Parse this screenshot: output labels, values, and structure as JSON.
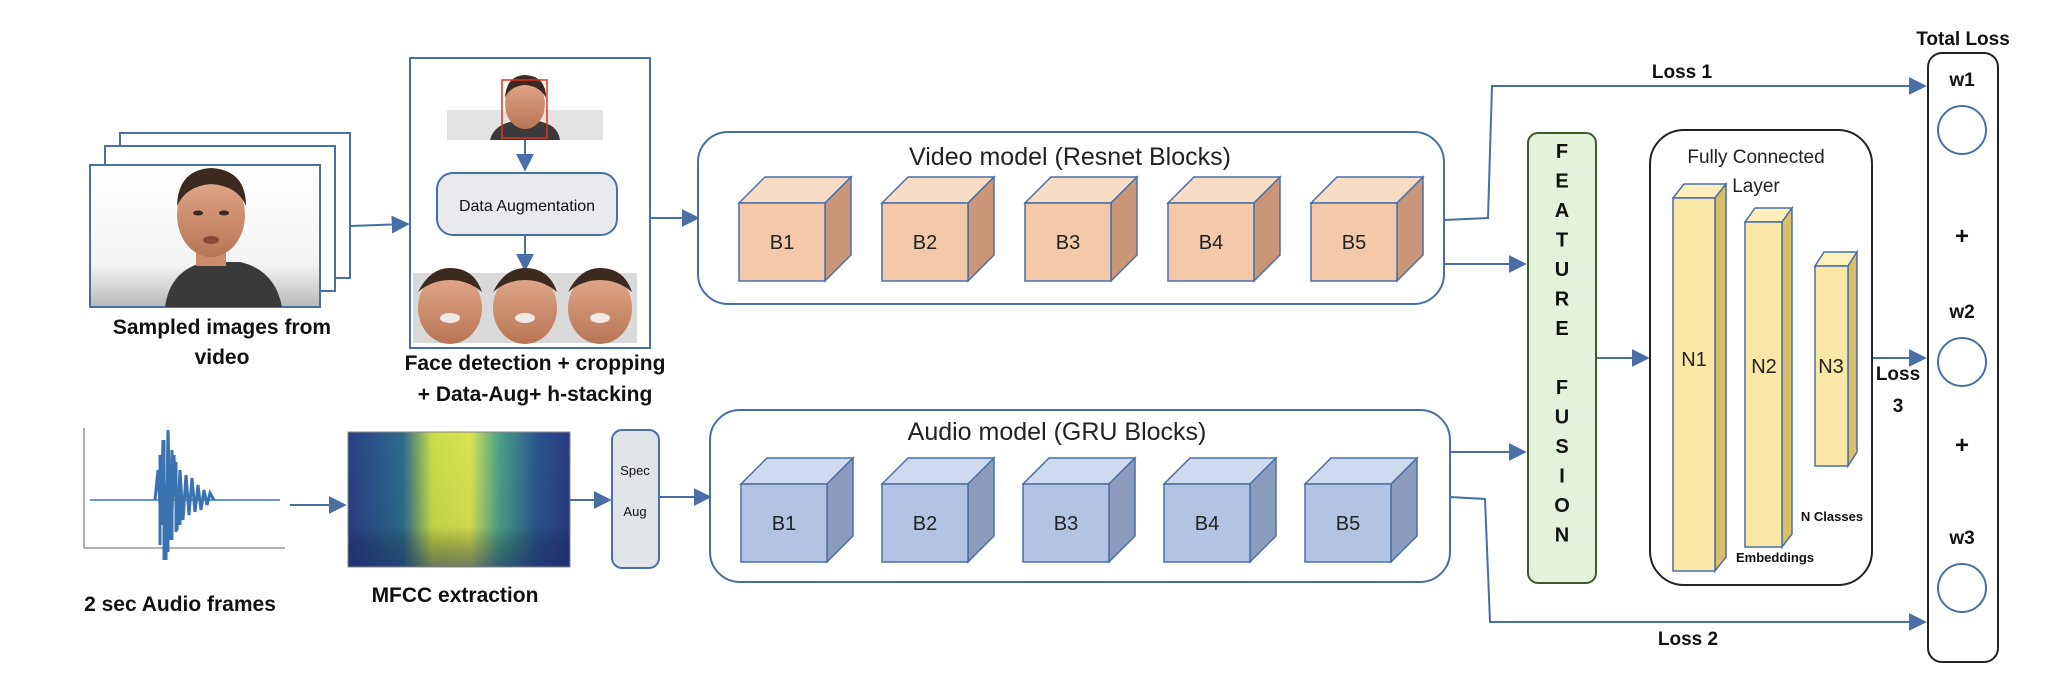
{
  "colors": {
    "line": "#4a6fa5",
    "video_cube_front": "#f3c9a9",
    "video_cube_top": "#f8dcc6",
    "video_cube_side": "#c99777",
    "audio_cube_front": "#b3c3e3",
    "audio_cube_top": "#cfdaf0",
    "audio_cube_side": "#8a9bbd",
    "fc_front": "#fbe7a6",
    "fc_side": "#d9bf6a",
    "fusion_fill": "#e4f1dd",
    "fusion_stroke": "#3d5a2c",
    "augment_fill": "#e8eaee",
    "spec_fill": "#e1e4e9"
  },
  "input": {
    "sampled_images_caption_line1": "Sampled images from",
    "sampled_images_caption_line2": "video",
    "face_caption_line1": "Face detection + cropping",
    "face_caption_line2": "+ Data-Aug+ h-stacking",
    "augmentation_label": "Data Augmentation",
    "audio_caption": "2 sec Audio frames",
    "mfcc_caption": "MFCC extraction",
    "spec_aug_line1": "Spec",
    "spec_aug_line2": "Aug"
  },
  "video_model": {
    "title": "Video model (Resnet Blocks)",
    "blocks": [
      "B1",
      "B2",
      "B3",
      "B4",
      "B5"
    ]
  },
  "audio_model": {
    "title": "Audio model (GRU Blocks)",
    "blocks": [
      "B1",
      "B2",
      "B3",
      "B4",
      "B5"
    ]
  },
  "fusion": {
    "letters": [
      "F",
      "E",
      "A",
      "T",
      "U",
      "R",
      "E",
      "",
      "F",
      "U",
      "S",
      "I",
      "O",
      "N"
    ]
  },
  "fc": {
    "title_line1": "Fully Connected",
    "title_line2": "Layer",
    "n1": "N1",
    "n2": "N2",
    "n3": "N3",
    "embeddings": "Embeddings",
    "n_classes": "N Classes"
  },
  "loss": {
    "total": "Total Loss",
    "loss1": "Loss 1",
    "loss2": "Loss 2",
    "loss3_line1": "Loss",
    "loss3_line2": "3",
    "w1": "w1",
    "w2": "w2",
    "w3": "w3",
    "plus": "+"
  }
}
